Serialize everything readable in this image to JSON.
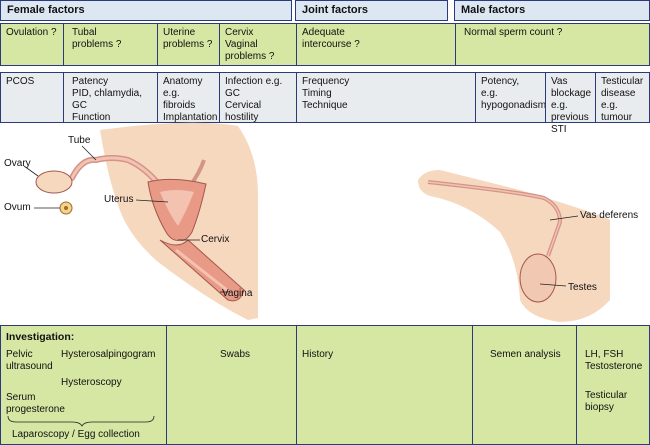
{
  "headers": {
    "female": "Female factors",
    "joint": "Joint factors",
    "male": "Male factors"
  },
  "factors": {
    "ovulation": "Ovulation ?",
    "tubal": "Tubal\nproblems ?",
    "uterine": "Uterine\nproblems ?",
    "cervix": "Cervix\nVaginal\nproblems ?",
    "intercourse": "Adequate\nintercourse ?",
    "sperm": "Normal sperm count ?"
  },
  "causes": {
    "pcos": "PCOS",
    "tubal": "Patency\nPID, chlamydia, GC\nFunction",
    "uterine": "Anatomy\ne.g. fibroids\nImplantation",
    "cervix": "Infection e.g. GC\nCervical\nhostility",
    "joint": "Frequency\nTiming\nTechnique",
    "potency": "Potency,\ne.g.\nhypogonadism",
    "vas": "Vas blockage\ne.g.\nprevious STI",
    "testicular": "Testicular\ndisease\ne.g. tumour"
  },
  "anatomy": {
    "tube": "Tube",
    "ovary": "Ovary",
    "ovum": "Ovum",
    "uterus": "Uterus",
    "cervix": "Cervix",
    "vagina": "Vagina",
    "vas_deferens": "Vas deferens",
    "testes": "Testes"
  },
  "investigation": {
    "title": "Investigation:",
    "pelvic": "Pelvic\nultrasound",
    "hsg": "Hysterosalpingogram",
    "hysteroscopy": "Hysteroscopy",
    "serum": "Serum\nprogesterone",
    "laparoscopy": "Laparoscopy / Egg collection",
    "swabs": "Swabs",
    "history": "History",
    "semen": "Semen analysis",
    "hormones": "LH, FSH\nTestosterone",
    "biopsy": "Testicular\nbiopsy"
  },
  "colors": {
    "header_blue": "#dde7f2",
    "row_green": "#d6e7a3",
    "skin": "#f6d8bf",
    "organ": "#e89a86",
    "outline": "#2a3a7a"
  }
}
